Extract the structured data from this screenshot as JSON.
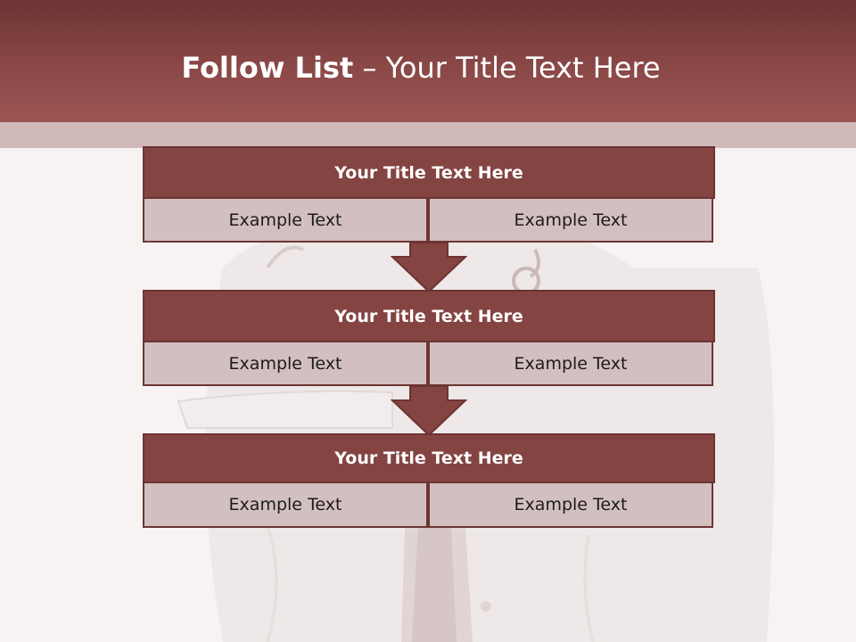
{
  "slide": {
    "title_bold": "Follow List",
    "title_rest": " – Your Title Text Here"
  },
  "blocks": [
    {
      "title": "Your Title Text Here",
      "left_text": "Example Text",
      "right_text": "Example Text"
    },
    {
      "title": "Your Title Text Here",
      "left_text": "Example Text",
      "right_text": "Example Text"
    },
    {
      "title": "Your Title Text Here",
      "left_text": "Example Text",
      "right_text": "Example Text"
    }
  ],
  "colors": {
    "header_dark": "#6c3433",
    "header_light": "#9b5553",
    "band": "#d1b9b9",
    "block_title": "#844442",
    "cell": "#d2c0c0",
    "border": "#6d3432",
    "background": "#f8f3f3"
  }
}
